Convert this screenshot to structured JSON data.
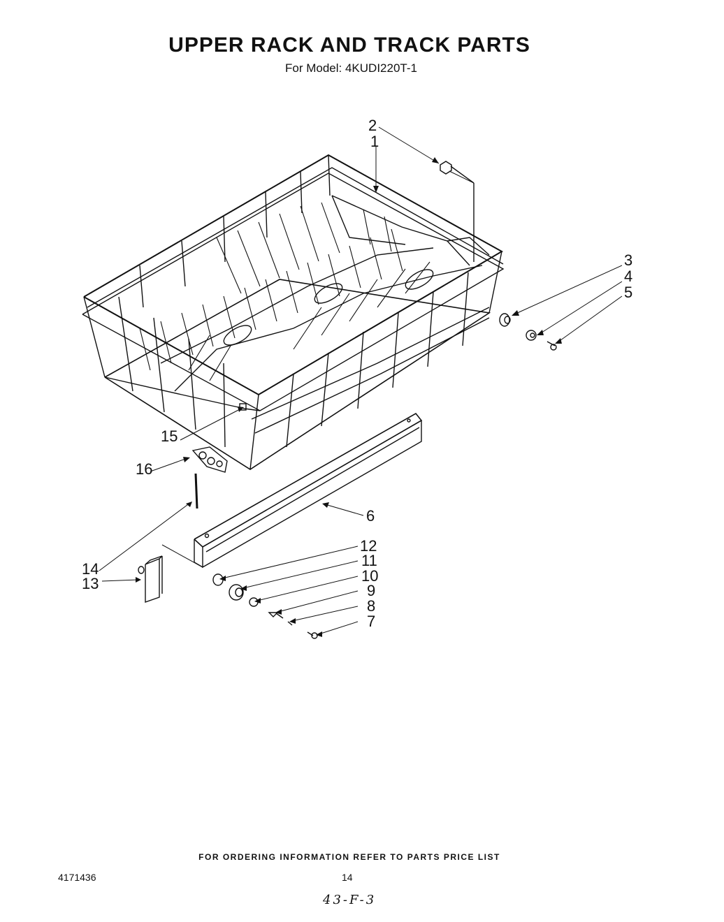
{
  "header": {
    "title": "UPPER RACK AND TRACK PARTS",
    "subtitle": "For Model: 4KUDI220T-1"
  },
  "callouts": [
    "1",
    "2",
    "3",
    "4",
    "5",
    "6",
    "7",
    "8",
    "9",
    "10",
    "11",
    "12",
    "13",
    "14",
    "15",
    "16"
  ],
  "footer": {
    "ordering_note": "FOR ORDERING INFORMATION REFER TO PARTS PRICE LIST",
    "doc_number": "4171436",
    "page_number": "14",
    "handwritten_note": "43-F-3"
  }
}
